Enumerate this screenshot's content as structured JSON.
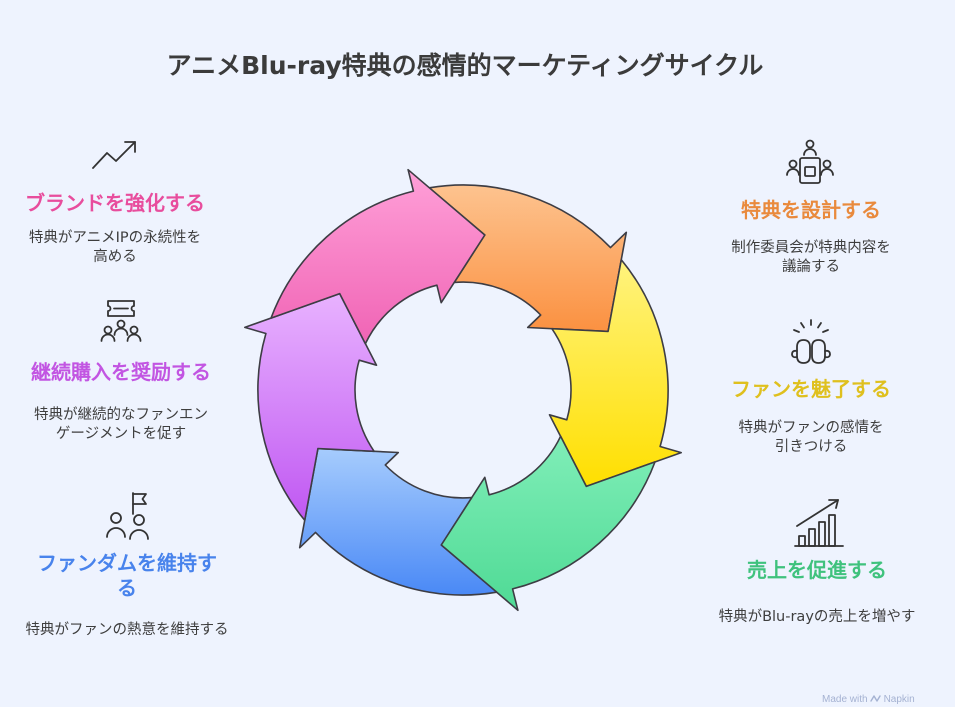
{
  "title": "アニメBlu-ray特典の感情的マーケティングサイクル",
  "steps": [
    {
      "title": "特典を設計する",
      "description": "制作委員会が特典内容を\n議論する",
      "icon": "meeting-icon",
      "color": "#E98A3D",
      "arrow_gradient": [
        "#FDC38F",
        "#FB9141"
      ]
    },
    {
      "title": "ファンを魅了する",
      "description": "特典がファンの感情を\n引きつける",
      "icon": "boxing-gloves-icon",
      "color": "#DFC01E",
      "arrow_gradient": [
        "#FFF37E",
        "#FFDF00"
      ]
    },
    {
      "title": "売上を促進する",
      "description": "特典がBlu-rayの売上を増やす",
      "icon": "bar-chart-up-icon",
      "color": "#3FC27D",
      "arrow_gradient": [
        "#80EEB8",
        "#4FDA95"
      ]
    },
    {
      "title": "ファンダムを維持する",
      "description": "特典がファンの熱意を維持する",
      "icon": "people-flag-icon",
      "color": "#4883EC",
      "arrow_gradient": [
        "#A6CCFD",
        "#4A89F6"
      ]
    },
    {
      "title": "継続購入を奨励する",
      "description": "特典が継続的なファンエン\nゲージメントを促す",
      "icon": "ticket-people-icon",
      "color": "#C255E2",
      "arrow_gradient": [
        "#E8B2FF",
        "#C058F2"
      ]
    },
    {
      "title": "ブランドを強化する",
      "description": "特典がアニメIPの永続性を\n高める",
      "icon": "trend-up-icon",
      "color": "#E84D9D",
      "arrow_gradient": [
        "#FFA0D8",
        "#F064B5"
      ]
    }
  ],
  "footer": {
    "made_with": "Made with",
    "brand": "Napkin"
  }
}
